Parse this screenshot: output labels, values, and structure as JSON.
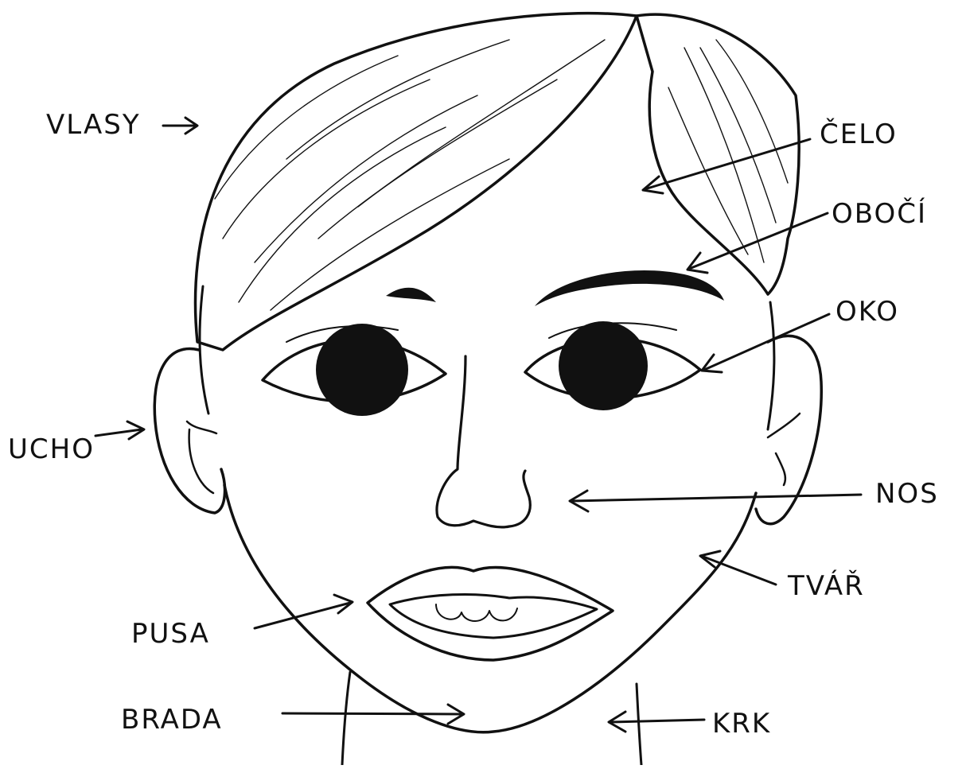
{
  "diagram": {
    "subject": "face-parts",
    "colors": {
      "ink": "#111111",
      "paper": "#ffffff"
    },
    "labels": {
      "vlasy": "VLASY",
      "celo": "ČELO",
      "oboci": "OBOČÍ",
      "oko": "OKO",
      "ucho": "UCHO",
      "nos": "NOS",
      "tvar": "TVÁŘ",
      "pusa": "PUSA",
      "brada": "BRADA",
      "krk": "KRK"
    }
  }
}
